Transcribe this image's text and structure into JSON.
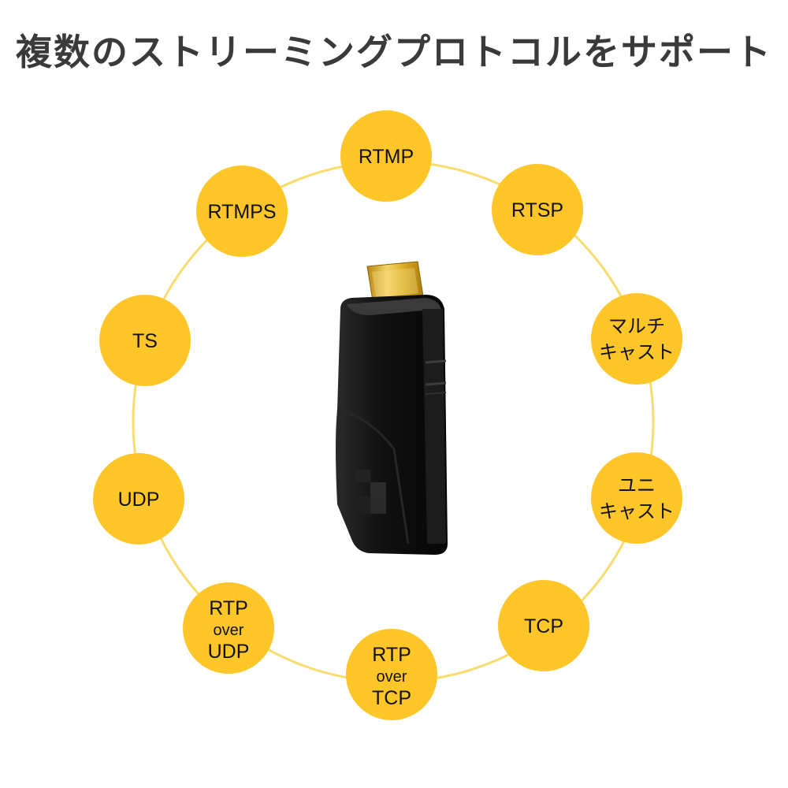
{
  "title": "複数のストリーミングプロトコルをサポート",
  "colors": {
    "circle_fill": "#FFC629",
    "ring": "#F9DC6E",
    "device_body": "#121212",
    "connector": "#D4A21A",
    "title_text": "#3a3a3a"
  },
  "device": {
    "description_icon": "hdmi-stick-device"
  },
  "protocols": [
    {
      "id": "rtmp",
      "lines": [
        "RTMP"
      ]
    },
    {
      "id": "rtsp",
      "lines": [
        "RTSP"
      ]
    },
    {
      "id": "multicast",
      "lines": [
        "マルチ",
        "キャスト"
      ]
    },
    {
      "id": "unicast",
      "lines": [
        "ユニ",
        "キャスト"
      ]
    },
    {
      "id": "tcp",
      "lines": [
        "TCP"
      ]
    },
    {
      "id": "rtp-over-tcp",
      "lines": [
        "RTP",
        "over",
        "TCP"
      ]
    },
    {
      "id": "rtp-over-udp",
      "lines": [
        "RTP",
        "over",
        "UDP"
      ]
    },
    {
      "id": "udp",
      "lines": [
        "UDP"
      ]
    },
    {
      "id": "ts",
      "lines": [
        "TS"
      ]
    },
    {
      "id": "rtmps",
      "lines": [
        "RTMPS"
      ]
    }
  ]
}
